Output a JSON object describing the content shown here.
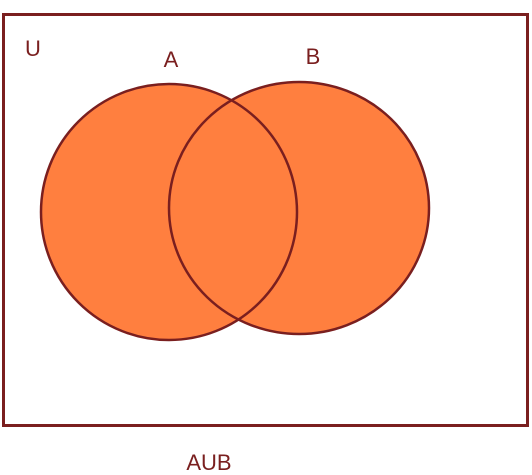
{
  "diagram": {
    "universe_label": "U",
    "set_a_label": "A",
    "set_b_label": "B",
    "caption": "AUB"
  },
  "colors": {
    "fill": "#FF7F3F",
    "outline": "#7A1F1F",
    "label": "#7A1F1F",
    "background": "#FFFFFF"
  }
}
